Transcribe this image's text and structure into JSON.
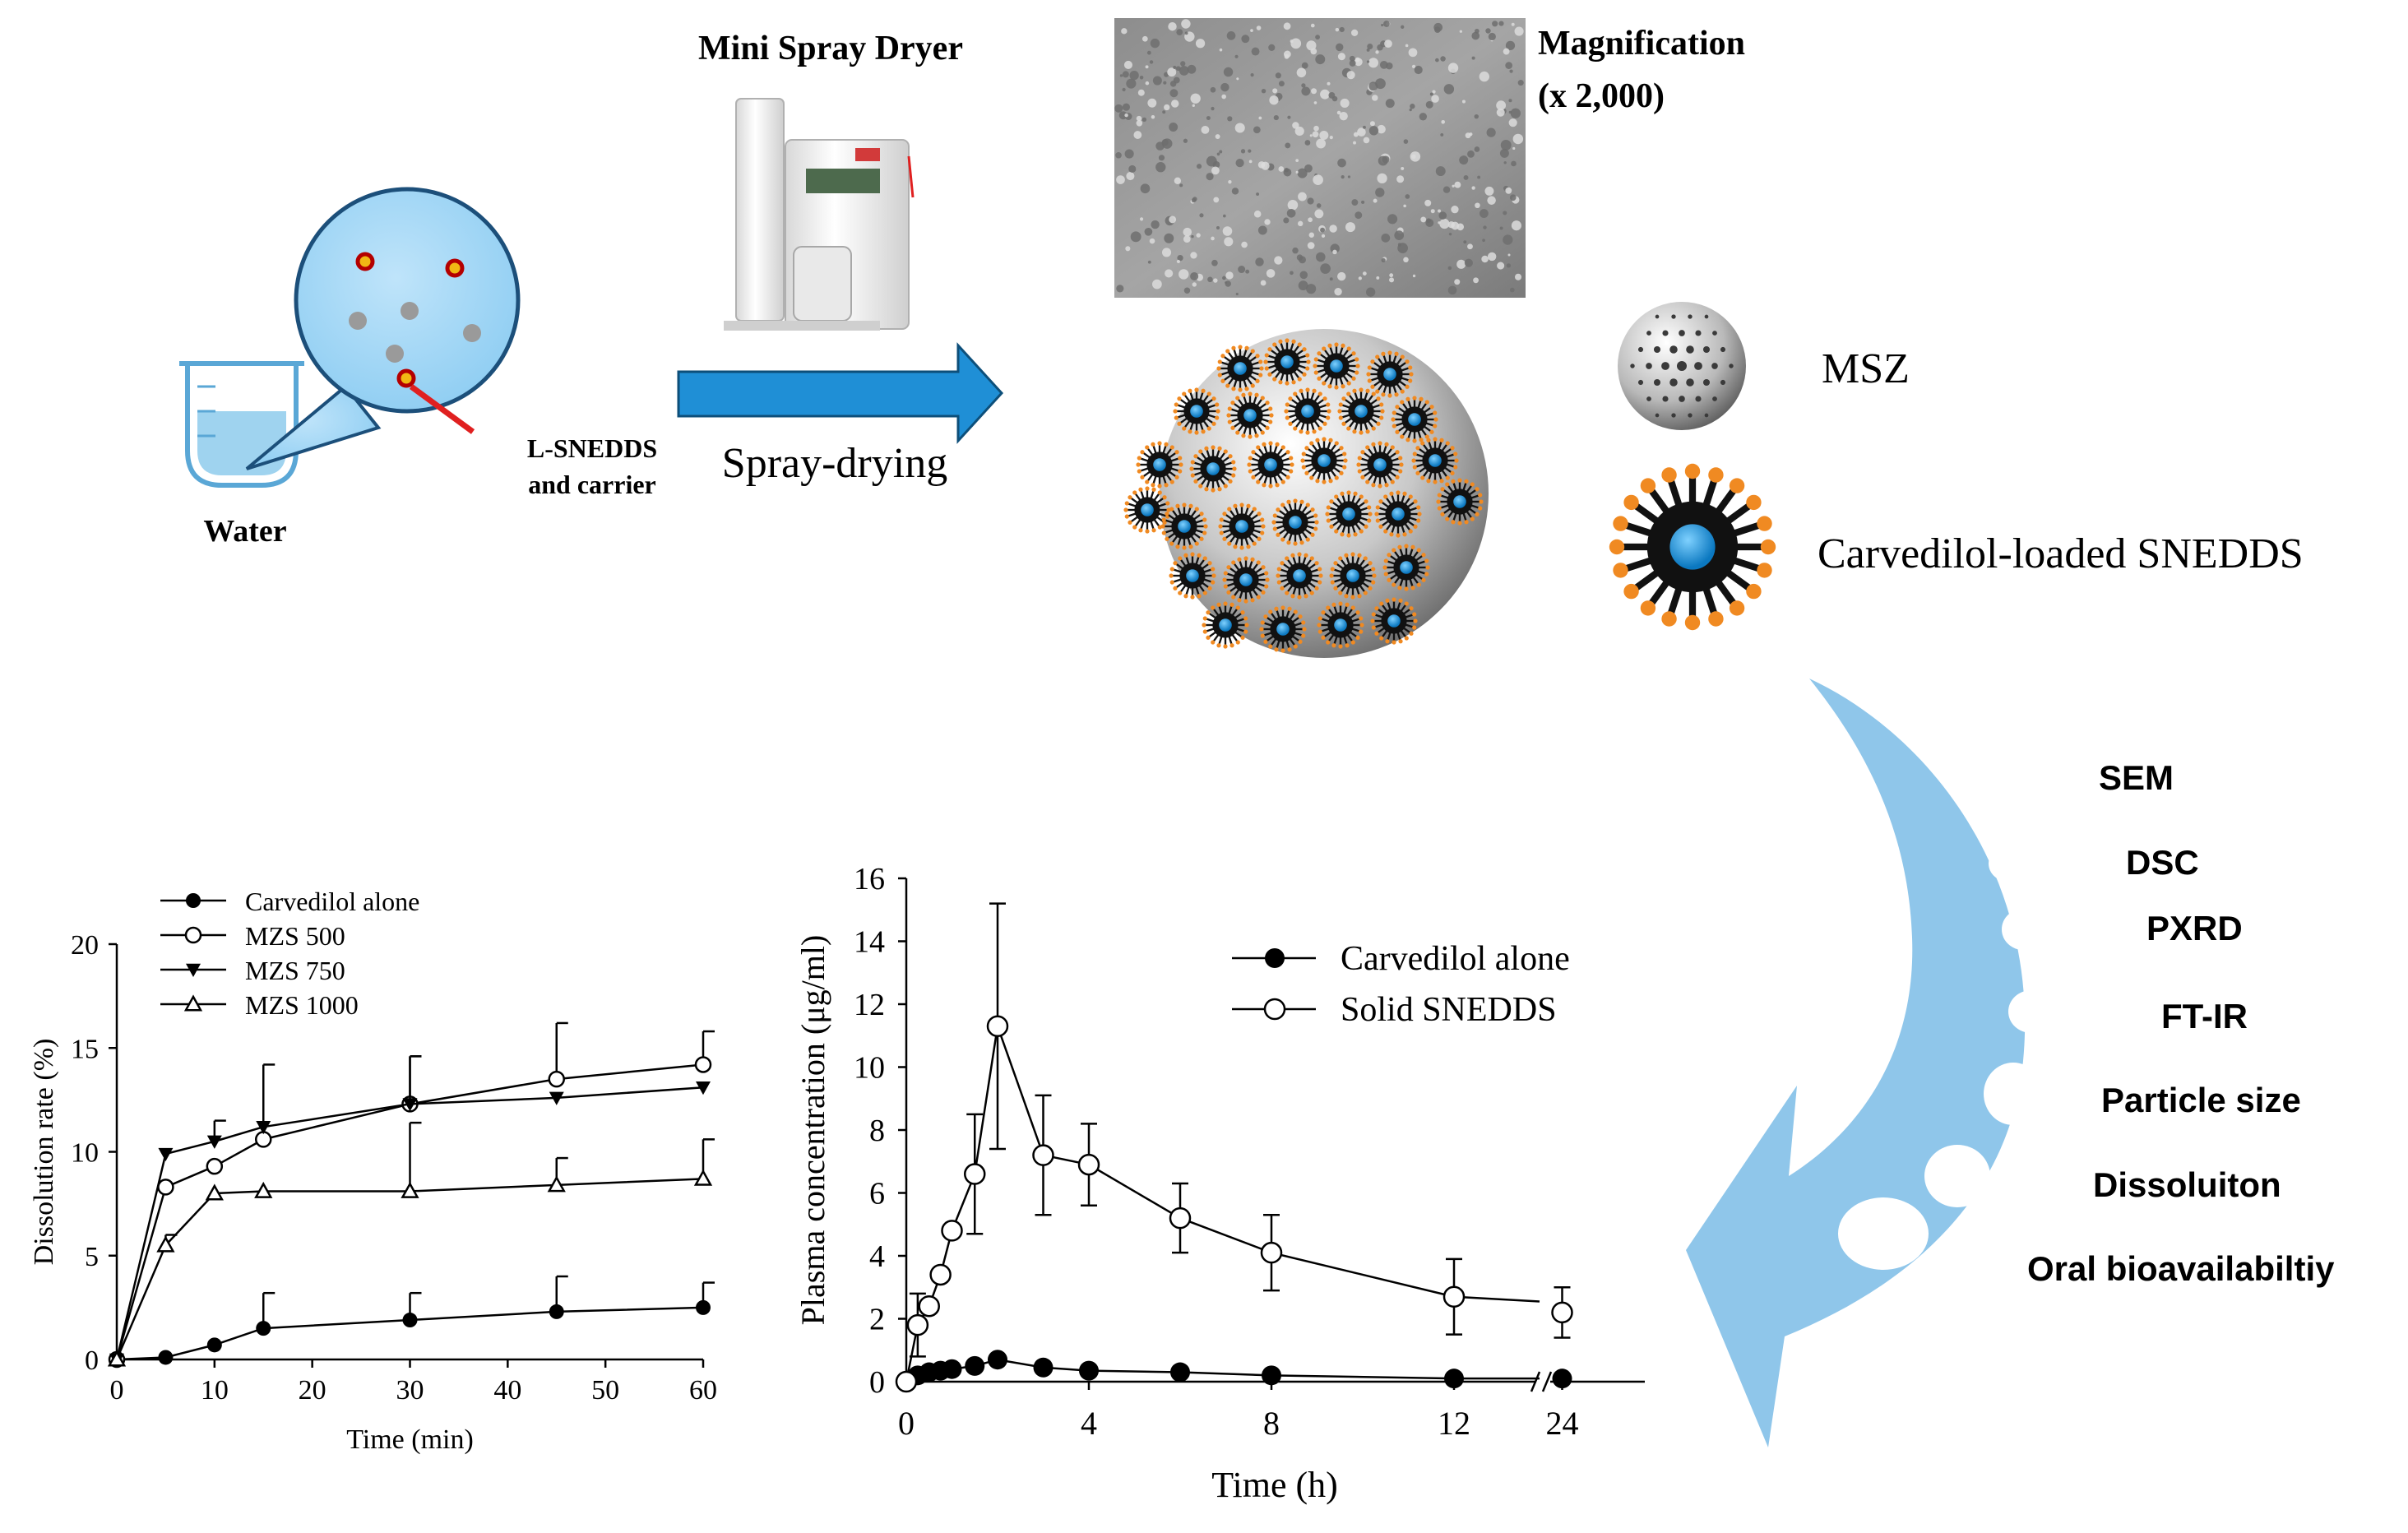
{
  "schematic": {
    "water_label": "Water",
    "carrier_label_line1": "L-SNEDDS",
    "carrier_label_line2": "and carrier",
    "dryer_title": "Mini Spray Dryer",
    "process_label": "Spray-drying",
    "magnification_line1": "Magnification",
    "magnification_line2": "(x 2,000)",
    "legend_msz": "MSZ",
    "legend_sneDDS": "Carvedilol-loaded SNEDDS",
    "evaluations": [
      "SEM",
      "DSC",
      "PXRD",
      "FT-IR",
      "Particle size",
      "Dissoluiton",
      "Oral bioavailabiltiy"
    ],
    "colors": {
      "arrow": "#1f8fd6",
      "curved_arrow": "#8fc6ea",
      "drop_blue": "#1e90d0",
      "shell_orange": "#f08a22",
      "water": "#9fd3ef"
    }
  },
  "chart_data": [
    {
      "type": "line",
      "xlabel": "Time (min)",
      "ylabel": "Dissolution rate (%)",
      "xlim": [
        0,
        60
      ],
      "ylim": [
        0,
        20
      ],
      "xticks": [
        "0",
        "10",
        "20",
        "30",
        "40",
        "50",
        "60"
      ],
      "yticks": [
        "0",
        "5",
        "10",
        "15",
        "20"
      ],
      "legend_position": "top-left",
      "series": [
        {
          "name": "Carvedilol alone",
          "marker": "filled-circle",
          "x": [
            0,
            5,
            10,
            15,
            30,
            45,
            60
          ],
          "y": [
            0,
            0.1,
            0.7,
            1.5,
            1.9,
            2.3,
            2.5
          ],
          "err": [
            0,
            0,
            0,
            1.7,
            1.3,
            1.7,
            1.2
          ]
        },
        {
          "name": "MZS 500",
          "marker": "open-circle",
          "x": [
            0,
            5,
            10,
            15,
            30,
            45,
            60
          ],
          "y": [
            0,
            8.3,
            9.3,
            10.6,
            12.3,
            13.5,
            14.2
          ],
          "err": [
            0,
            0,
            0,
            0,
            2.3,
            2.7,
            1.6
          ]
        },
        {
          "name": "MZS 750",
          "marker": "filled-triangle-down",
          "x": [
            0,
            5,
            10,
            15,
            30,
            45,
            60
          ],
          "y": [
            0,
            9.9,
            10.5,
            11.2,
            12.3,
            12.6,
            13.1
          ],
          "err": [
            0,
            0,
            1,
            3,
            2.3,
            0,
            0
          ]
        },
        {
          "name": "MZS 1000",
          "marker": "open-triangle-up",
          "x": [
            0,
            5,
            10,
            15,
            30,
            45,
            60
          ],
          "y": [
            0,
            5.5,
            8.0,
            8.1,
            8.1,
            8.4,
            8.7
          ],
          "err": [
            0,
            0.5,
            0,
            0,
            3.3,
            1.3,
            1.9
          ]
        }
      ]
    },
    {
      "type": "line",
      "xlabel": "Time (h)",
      "ylabel": "Plasma concentration (μg/ml)",
      "ylim": [
        0,
        16
      ],
      "xtick_labels": [
        "0",
        "4",
        "8",
        "12",
        "24"
      ],
      "xtick_values": [
        0,
        4,
        8,
        12,
        24
      ],
      "yticks": [
        "0",
        "2",
        "4",
        "6",
        "8",
        "10",
        "12",
        "14",
        "16"
      ],
      "axis_break": [
        13.5,
        23.5
      ],
      "legend_position": "top-right",
      "series": [
        {
          "name": "Carvedilol alone",
          "marker": "filled-circle",
          "x": [
            0,
            0.25,
            0.5,
            0.75,
            1,
            1.5,
            2,
            3,
            4,
            6,
            8,
            12,
            24
          ],
          "y": [
            0,
            0.2,
            0.3,
            0.35,
            0.4,
            0.5,
            0.7,
            0.45,
            0.35,
            0.3,
            0.2,
            0.1,
            0.1
          ],
          "err": [
            0,
            0,
            0,
            0,
            0,
            0,
            0,
            0,
            0,
            0,
            0,
            0,
            0
          ]
        },
        {
          "name": "Solid SNEDDS",
          "marker": "open-circle",
          "x": [
            0,
            0.25,
            0.5,
            0.75,
            1,
            1.5,
            2,
            3,
            4,
            6,
            8,
            12,
            24
          ],
          "y": [
            0,
            1.8,
            2.4,
            3.4,
            4.8,
            6.6,
            11.3,
            7.2,
            6.9,
            5.2,
            4.1,
            2.7,
            2.2
          ],
          "err": [
            0,
            1.0,
            0,
            0,
            0,
            1.9,
            3.9,
            1.9,
            1.3,
            1.1,
            1.2,
            1.2,
            0.8
          ]
        }
      ]
    }
  ]
}
